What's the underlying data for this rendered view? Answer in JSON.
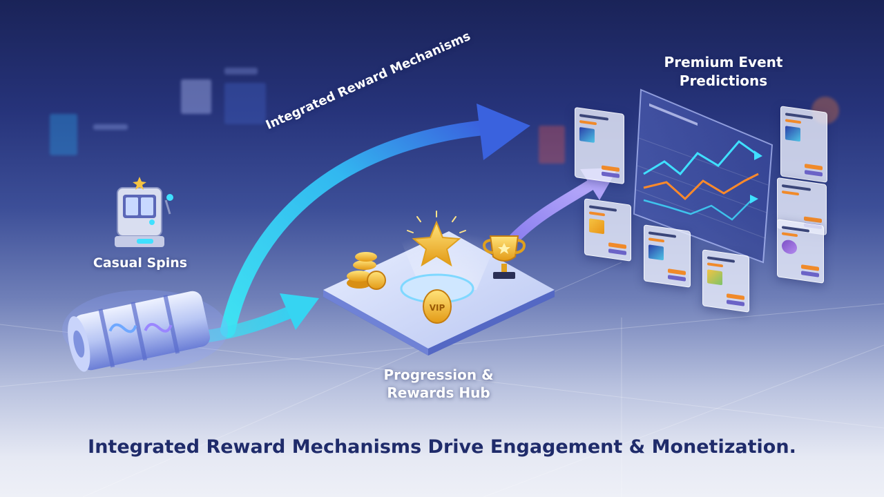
{
  "labels": {
    "casual_spins": "Casual Spins",
    "arc_label": "Integrated Reward Mechanisms",
    "hub_line1": "Progression &",
    "hub_line2": "Rewards Hub",
    "premium_line1": "Premium Event",
    "premium_line2": "Predictions",
    "footer": "Integrated Reward Mechanisms Drive Engagement & Monetization."
  },
  "hub": {
    "badge_text": "VIP"
  },
  "icons": [
    "slot-machine-icon",
    "reel-cylinder-icon",
    "coins-icon",
    "star-icon",
    "trophy-icon",
    "vip-badge-icon",
    "line-chart-icon"
  ],
  "colors": {
    "background_top": "#1a2358",
    "background_bottom": "#eef0f7",
    "footer_text": "#1f2b6a",
    "arrow_cyan": "#37d6f0",
    "arrow_blue": "#3a6be0",
    "arrow_lavender": "#a796f2",
    "chart_cyan": "#3fe0ff",
    "chart_orange": "#ff8a2a",
    "gold": "#f5c342"
  }
}
